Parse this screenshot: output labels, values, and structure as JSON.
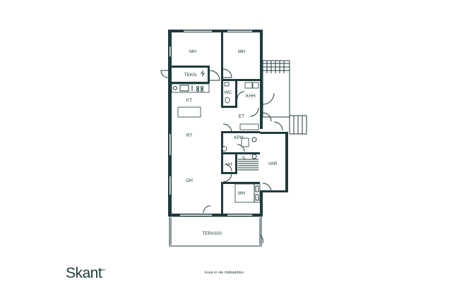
{
  "rooms": {
    "mh1": "MH",
    "mh2": "MH",
    "tekn": "TEKN.",
    "wc": "WC",
    "khh": "KHH",
    "kt": "KT",
    "et": "ET",
    "kph": "KPH",
    "s": "S",
    "rt": "RT",
    "vh": "VH",
    "var": "VAR.",
    "oh": "OH",
    "mh3": "MH",
    "terassi": "TERASSI"
  },
  "brand": {
    "name": "Skant",
    "mark": "KIV"
  },
  "note": "kuva ei ole mittatarkka",
  "colors": {
    "wall": "#1f3a3d",
    "background": "#ffffff"
  }
}
